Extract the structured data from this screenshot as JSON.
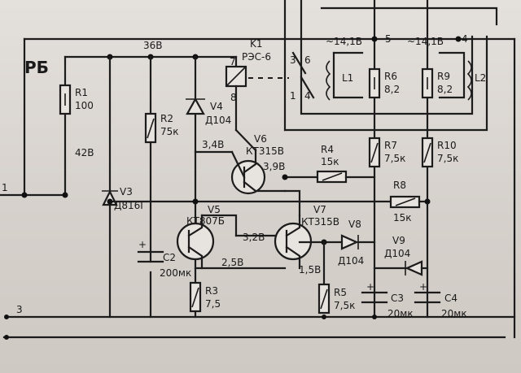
{
  "block_name": "РБ",
  "supply_voltage": "36В",
  "terminals": {
    "t1": "1",
    "t3": "3",
    "t4": "4",
    "t5": "5"
  },
  "relay": {
    "ref": "K1",
    "type": "РЭС-6",
    "pin7": "7",
    "pin8": "8",
    "c3": "3",
    "c6": "6",
    "c1": "1",
    "c4": "4"
  },
  "taps": {
    "left": "~14,1В",
    "right": "~14,1В"
  },
  "inductors": {
    "L1": "L1",
    "L2": "L2"
  },
  "resistors": {
    "R1": {
      "ref": "R1",
      "value": "100"
    },
    "R2": {
      "ref": "R2",
      "value": "75к"
    },
    "R3": {
      "ref": "R3",
      "value": "7,5"
    },
    "R4": {
      "ref": "R4",
      "value": "15к"
    },
    "R5": {
      "ref": "R5",
      "value": "7,5к"
    },
    "R6": {
      "ref": "R6",
      "value": "8,2"
    },
    "R7": {
      "ref": "R7",
      "value": "7,5к"
    },
    "R8": {
      "ref": "R8",
      "value": "15к"
    },
    "R9": {
      "ref": "R9",
      "value": "8,2"
    },
    "R10": {
      "ref": "R10",
      "value": "7,5к"
    }
  },
  "diodes": {
    "V3": {
      "ref": "V3",
      "type": "Д816Г"
    },
    "V4": {
      "ref": "V4",
      "type": "Д104"
    },
    "V8": {
      "ref": "V8",
      "type": "Д104"
    },
    "V9": {
      "ref": "V9",
      "type": "Д104"
    }
  },
  "transistors": {
    "V5": {
      "ref": "V5",
      "type": "КТ807Б"
    },
    "V6": {
      "ref": "V6",
      "type": "КТ315В"
    },
    "V7": {
      "ref": "V7",
      "type": "КТ315В"
    }
  },
  "capacitors": {
    "C2": {
      "ref": "C2",
      "value": "200мк"
    },
    "C3": {
      "ref": "C3",
      "value": "20мк"
    },
    "C4": {
      "ref": "C4",
      "value": "20мк"
    }
  },
  "voltages": {
    "v42": "42В",
    "v34": "3,4В",
    "v39": "3,9В",
    "v32": "3,2В",
    "v25": "2,5В",
    "v15": "1,5В"
  },
  "plus_sign": "+"
}
